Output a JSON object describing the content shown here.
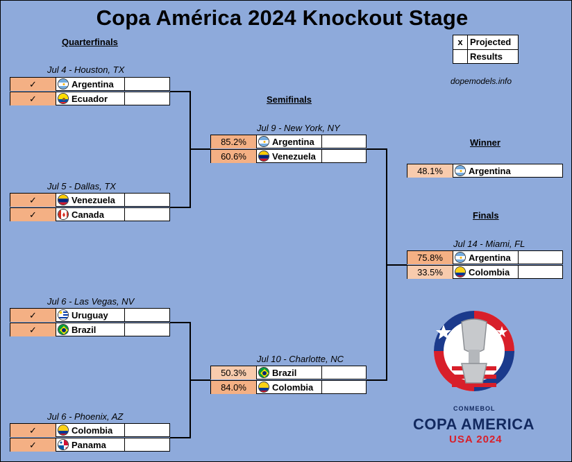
{
  "title": "Copa América 2024 Knockout Stage",
  "headings": {
    "quarterfinals": "Quarterfinals",
    "semifinals": "Semifinals",
    "winner": "Winner",
    "finals": "Finals"
  },
  "legend": {
    "marker": "x",
    "projected": "Projected",
    "results": "Results"
  },
  "site": "dopemodels.info",
  "check": "✓",
  "matches": {
    "qf1": {
      "date": "Jul 4 - Houston, TX",
      "team1": "Argentina",
      "team2": "Ecuador"
    },
    "qf2": {
      "date": "Jul 5 - Dallas, TX",
      "team1": "Venezuela",
      "team2": "Canada"
    },
    "qf3": {
      "date": "Jul 6 - Las Vegas, NV",
      "team1": "Uruguay",
      "team2": "Brazil"
    },
    "qf4": {
      "date": "Jul 6 - Phoenix, AZ",
      "team1": "Colombia",
      "team2": "Panama"
    },
    "sf1": {
      "date": "Jul 9 - New York, NY",
      "team1": "Argentina",
      "pct1": "85.2%",
      "team2": "Venezuela",
      "pct2": "60.6%"
    },
    "sf2": {
      "date": "Jul 10 - Charlotte, NC",
      "team1": "Brazil",
      "pct1": "50.3%",
      "team2": "Colombia",
      "pct2": "84.0%"
    },
    "final": {
      "date": "Jul 14 - Miami, FL",
      "team1": "Argentina",
      "pct1": "75.8%",
      "team2": "Colombia",
      "pct2": "33.5%"
    }
  },
  "winner": {
    "team": "Argentina",
    "pct": "48.1%"
  },
  "logo": {
    "org": "CONMEBOL",
    "name": "COPA AMERICA",
    "edition": "USA 2024"
  },
  "colors": {
    "background": "#8eaadb",
    "orange": "#f4b084",
    "light_orange": "#f8cbad"
  }
}
